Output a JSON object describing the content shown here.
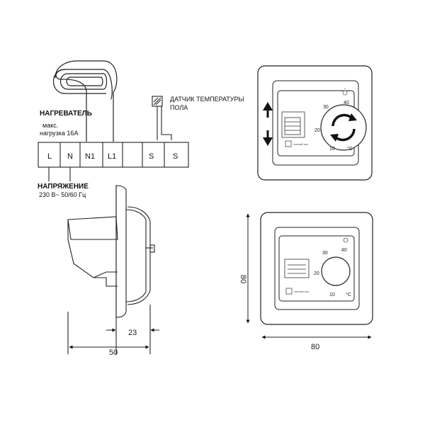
{
  "heater": {
    "title": "НАГРЕВАТЕЛЬ",
    "line1": "макс.",
    "line2": "нагрузка 16А"
  },
  "sensor": {
    "line1": "ДАТЧИК ТЕМПЕРАТУРЫ",
    "line2": "ПОЛА"
  },
  "supply": {
    "title": "НАПРЯЖЕНИЕ",
    "line1": "230 В~ 50/60 Гц"
  },
  "terminals": [
    "L",
    "N",
    "N1",
    "L1",
    "",
    "S",
    "S"
  ],
  "dial_scale": {
    "t30": "30",
    "t40": "40",
    "t20": "20",
    "t10": "10",
    "unit": "°C",
    "brand": "теплый пол"
  },
  "dimensions": {
    "depth_total": "50",
    "depth_front": "23",
    "width": "80",
    "height": "80"
  }
}
